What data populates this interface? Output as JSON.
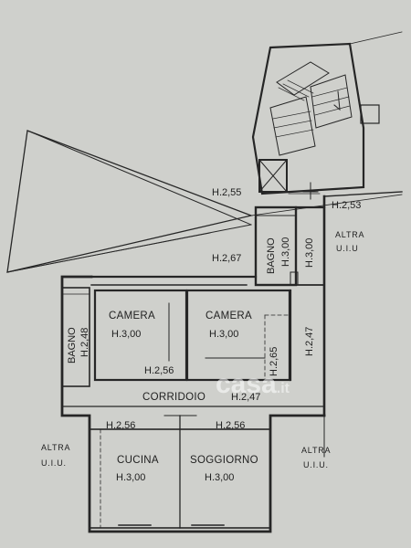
{
  "rooms": {
    "camera1": {
      "name": "CAMERA",
      "height": "H.3,00"
    },
    "camera2": {
      "name": "CAMERA",
      "height": "H.3,00"
    },
    "cucina": {
      "name": "CUCINA",
      "height": "H.3,00"
    },
    "soggiorno": {
      "name": "SOGGIORNO",
      "height": "H.3,00"
    },
    "bagno_left": {
      "name": "BAGNO",
      "height": "H.2,48"
    },
    "bagno_top": {
      "name": "BAGNO",
      "height": "H.3,00"
    },
    "corridoio": {
      "name": "CORRIDOIO",
      "height": "H.2,47"
    }
  },
  "heights": {
    "h255": "H.2,55",
    "h253": "H.2,53",
    "h267": "H.2,67",
    "h300_right": "H.3,00",
    "h247_right": "H.2,47",
    "h265": "H.2,65",
    "h256_a": "H.2,56",
    "h256_b": "H.2,56",
    "h256_c": "H.2,56"
  },
  "altra": {
    "right_top": [
      "ALTRA",
      "U.I.U"
    ],
    "left_bottom": [
      "ALTRA",
      "U.I.U."
    ],
    "right_bottom": [
      "ALTRA",
      "U.I.U."
    ]
  },
  "watermark": {
    "brand": "casa",
    "suffix": ".it"
  },
  "colors": {
    "paper": "#cfd0cc",
    "ink": "#1f1f1f"
  }
}
